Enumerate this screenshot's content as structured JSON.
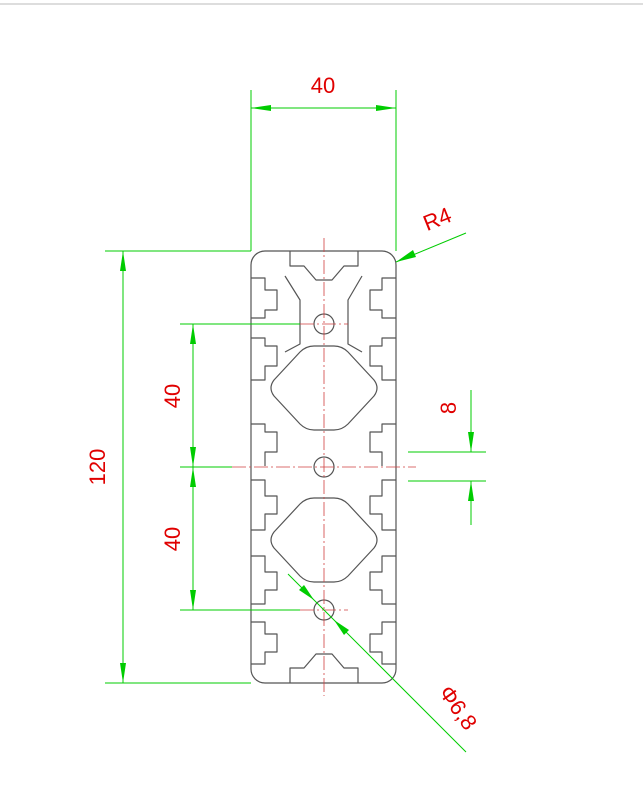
{
  "drawing": {
    "dimensions": {
      "width": "40",
      "radius": "R4",
      "height": "120",
      "pitch_upper": "40",
      "pitch_lower": "40",
      "slot": "8",
      "hole": "Φ6,8"
    },
    "colors": {
      "dimension_lines": "#00cc00",
      "dimension_text": "#e00000",
      "profile_outline": "#555555",
      "center_lines": "#d04040"
    }
  }
}
